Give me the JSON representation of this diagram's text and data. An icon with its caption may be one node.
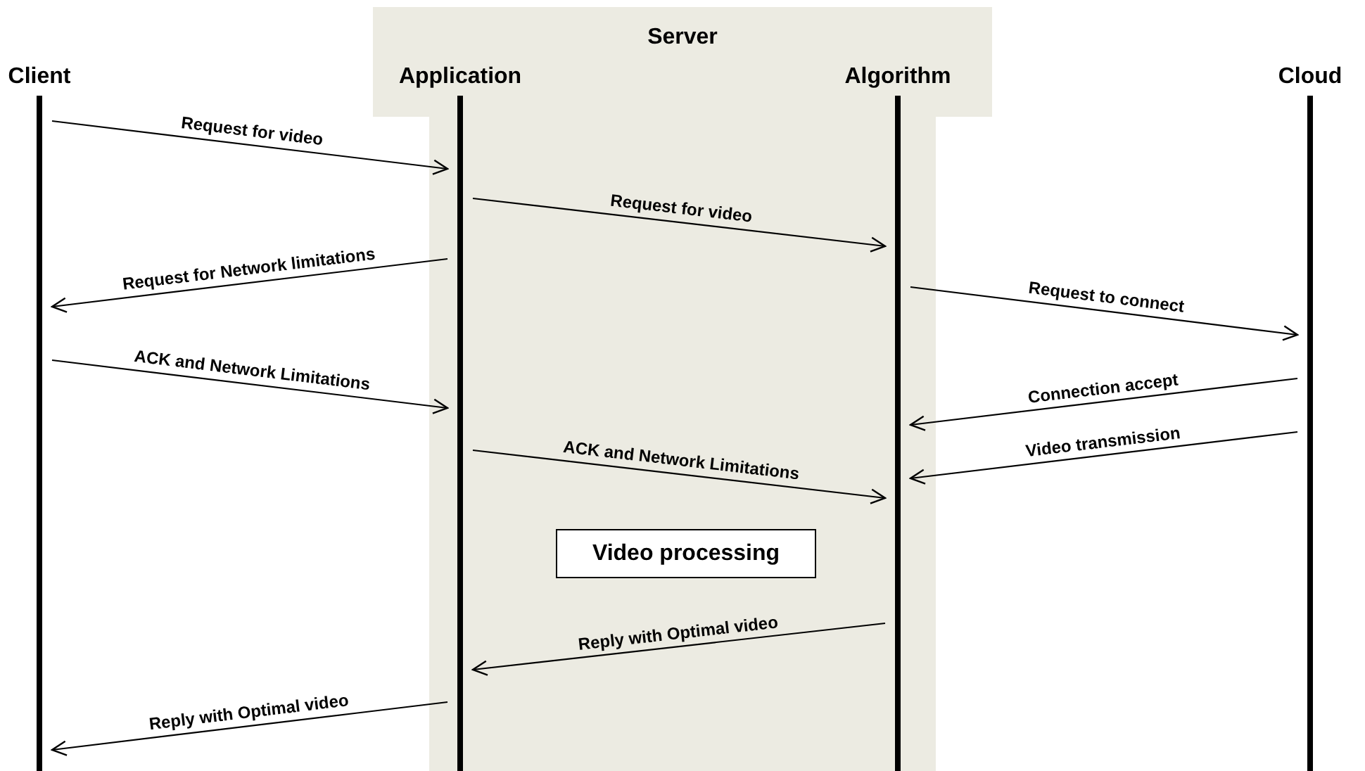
{
  "diagram": {
    "nodes": [
      {
        "text": [
          "Server"
        ]
      },
      {
        "text": [
          "Client"
        ]
      },
      {
        "text": [
          "Application"
        ],
        "in": 0
      },
      {
        "text": [
          "Algorithm"
        ],
        "in": 0
      },
      {
        "text": [
          "Cloud"
        ]
      },
      {
        "text": [
          "Video processing"
        ],
        "in": 0
      }
    ],
    "edges": [
      {
        "from": 1,
        "to": 2,
        "arrow": "to",
        "label": "Request for video"
      },
      {
        "from": 2,
        "to": 3,
        "arrow": "to",
        "label": "Request for video"
      },
      {
        "from": 2,
        "to": 1,
        "arrow": "to",
        "label": "Request for Network limitations"
      },
      {
        "from": 1,
        "to": 2,
        "arrow": "to",
        "label": "ACK and Network Limitations"
      },
      {
        "from": 3,
        "to": 4,
        "arrow": "to",
        "label": "Request to connect"
      },
      {
        "from": 4,
        "to": 3,
        "arrow": "to",
        "label": "Connection accept"
      },
      {
        "from": 4,
        "to": 3,
        "arrow": "to",
        "label": "Video transmission"
      },
      {
        "from": 2,
        "to": 3,
        "arrow": "to",
        "label": "ACK and Network Limitations"
      },
      {
        "from": 3,
        "to": 2,
        "arrow": "to",
        "label": "Reply with Optimal video"
      },
      {
        "from": 2,
        "to": 1,
        "arrow": "to",
        "label": "Reply with Optimal video"
      }
    ]
  }
}
